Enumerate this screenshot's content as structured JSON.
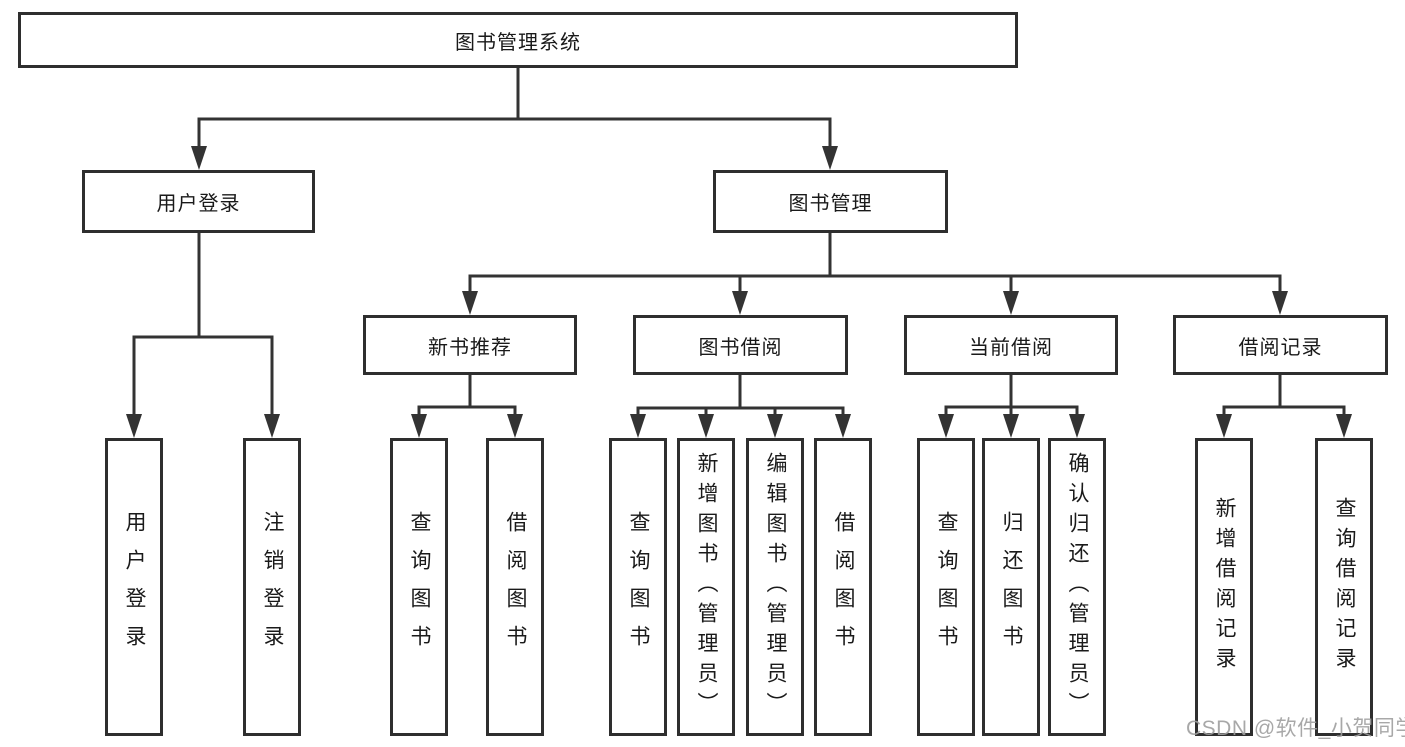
{
  "nodes": {
    "root": "图书管理系统",
    "login": {
      "label": "用户登录",
      "children": [
        "用户登录",
        "注销登录"
      ]
    },
    "mgmt": {
      "label": "图书管理",
      "groups": [
        {
          "label": "新书推荐",
          "children": [
            "查询图书",
            "借阅图书"
          ]
        },
        {
          "label": "图书借阅",
          "children": [
            "查询图书",
            "新增图书（管理员）",
            "编辑图书（管理员）",
            "借阅图书"
          ]
        },
        {
          "label": "当前借阅",
          "children": [
            "查询图书",
            "归还图书",
            "确认归还（管理员）"
          ]
        },
        {
          "label": "借阅记录",
          "children": [
            "新增借阅记录",
            "查询借阅记录"
          ]
        }
      ]
    }
  },
  "watermark": "CSDN @软件_小贺同学",
  "colors": {
    "line": "#333333",
    "box_border": "#2e2e2e",
    "text": "#1a1a1a",
    "watermark": "#9e9e9e",
    "background": "#ffffff"
  }
}
